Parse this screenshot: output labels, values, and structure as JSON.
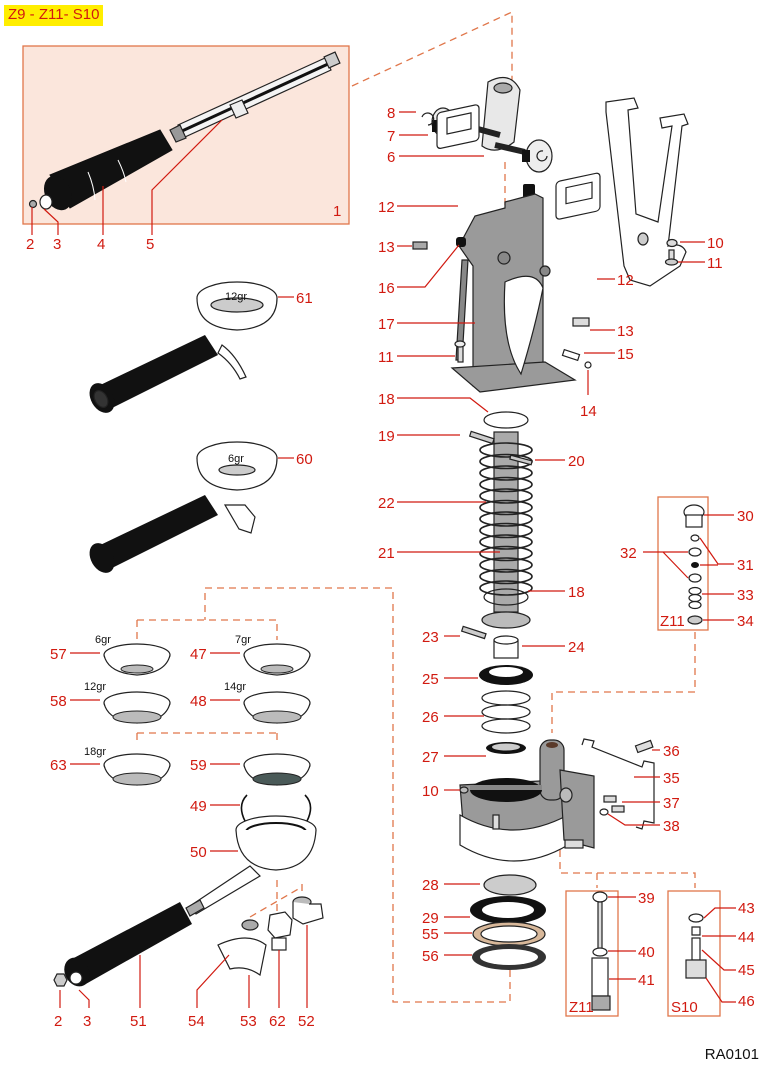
{
  "header": {
    "models": "Z9 - Z11-  S10"
  },
  "footer": {
    "drawing_code": "RA0101"
  },
  "colors": {
    "label": "#d11a10",
    "dash": "#e0764a",
    "badge": "#ffee00",
    "panel": "#fbe6dc",
    "metal": "#9a9a9a"
  },
  "callouts": {
    "c1": "1",
    "c2a": "2",
    "c3a": "3",
    "c4": "4",
    "c5": "5",
    "c8": "8",
    "c7": "7",
    "c6": "6",
    "c12a": "12",
    "c13a": "13",
    "c16": "16",
    "c17": "17",
    "c11a": "11",
    "c12b": "12",
    "c13b": "13",
    "c15": "15",
    "c14": "14",
    "c10a": "10",
    "c11b": "11",
    "c61": "61",
    "c60": "60",
    "c18a": "18",
    "c19": "19",
    "c20": "20",
    "c22": "22",
    "c21": "21",
    "c18b": "18",
    "c30": "30",
    "c31": "31",
    "c32": "32",
    "c33": "33",
    "c34": "34",
    "c23": "23",
    "c24": "24",
    "c25": "25",
    "c26": "26",
    "c27": "27",
    "c10b": "10",
    "c36": "36",
    "c35": "35",
    "c37": "37",
    "c38": "38",
    "c28": "28",
    "c29": "29",
    "c55": "55",
    "c56": "56",
    "c39": "39",
    "c40": "40",
    "c41": "41",
    "c43": "43",
    "c44": "44",
    "c45": "45",
    "c46": "46",
    "c57": "57",
    "c47": "47",
    "c58": "58",
    "c48": "48",
    "c63": "63",
    "c59": "59",
    "c49": "49",
    "c50": "50",
    "c2b": "2",
    "c3b": "3",
    "c51": "51",
    "c54": "54",
    "c53": "53",
    "c62": "62",
    "c52": "52"
  },
  "basket_sizes": {
    "b61": "12gr",
    "b60": "6gr",
    "b57": "6gr",
    "b47": "7gr",
    "b58": "12gr",
    "b48": "14gr",
    "b63": "18gr"
  },
  "kit_boxes": {
    "valve_kit": "Z11",
    "z11_kit": "Z11",
    "s10_kit": "S10"
  }
}
